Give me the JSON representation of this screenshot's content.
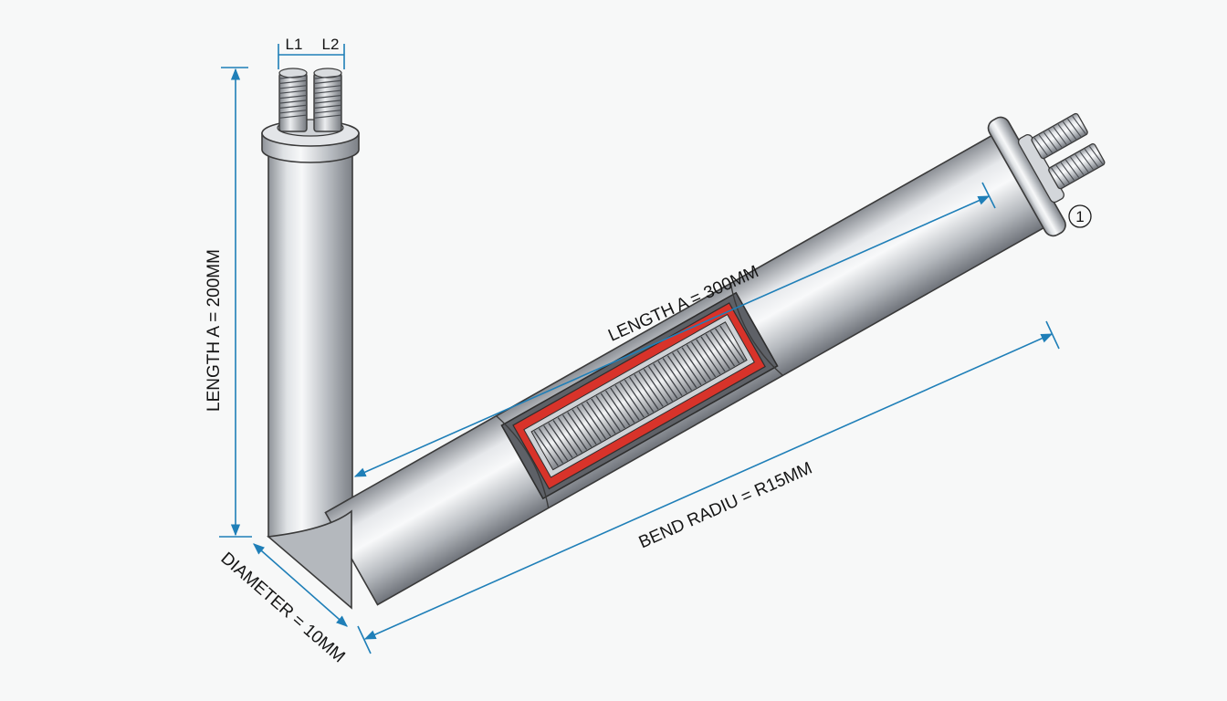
{
  "diagram": {
    "terminal_labels": {
      "left": "L1",
      "right": "L2"
    },
    "callout_marker": "①",
    "dimensions": {
      "vertical_length": "LENGTH A = 200MM",
      "horizontal_length": "LENGTH A = 300MM",
      "bend_radius": "BEND RADIU = R15MM",
      "diameter": "DIAMETER = 10MM"
    },
    "colors": {
      "dimension_line": "#1f7fb8",
      "heating_element": "#d8332a",
      "tube_steel": "#c9cdd2",
      "outline": "#3a3a3a"
    }
  }
}
